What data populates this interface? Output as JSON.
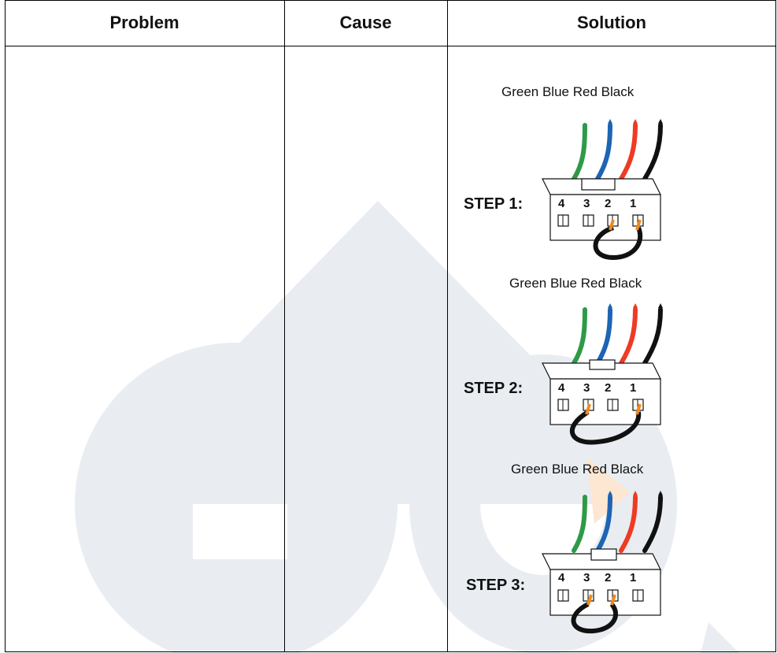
{
  "header": {
    "problem": "Problem",
    "cause": "Cause",
    "solution": "Solution"
  },
  "solution": {
    "steps": [
      {
        "caption": "Green Blue Red Black",
        "label": "STEP 1:",
        "pins": [
          "4",
          "3",
          "2",
          "1"
        ],
        "jumper_pins": [
          "2",
          "1"
        ]
      },
      {
        "caption": "Green Blue Red Black",
        "label": "STEP 2:",
        "pins": [
          "4",
          "3",
          "2",
          "1"
        ],
        "jumper_pins": [
          "3",
          "1"
        ]
      },
      {
        "caption": "Green Blue Red Black",
        "label": "STEP 3:",
        "pins": [
          "4",
          "3",
          "2",
          "1"
        ],
        "jumper_pins": [
          "3",
          "2"
        ]
      }
    ]
  },
  "colors": {
    "wire_green": "#2e9a48",
    "wire_blue": "#1e64b4",
    "wire_red": "#ef3a24",
    "wire_black": "#111111",
    "jumper_pin": "#f08a1e",
    "watermark": "#e4e8ee",
    "watermark_accent": "#fde3cc"
  }
}
